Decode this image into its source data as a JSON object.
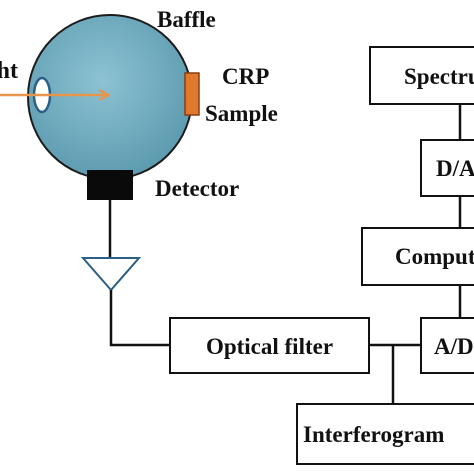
{
  "labels": {
    "light_input": "Light",
    "baffle": "Baffle",
    "crp": "CRP",
    "sample": "Sample",
    "detector": "Detector",
    "optical_filter": "Optical filter",
    "spectrum": "Spectrum",
    "da": "D/A",
    "computer": "Computer",
    "ad": "A/D",
    "interferogram": "Interferogram"
  },
  "colors": {
    "sphere_fill": "#6fa8bd",
    "sphere_stroke": "#1c1c1c",
    "port_fill": "#ffffff",
    "port_stroke": "#2a5f86",
    "arrow": "#e8954c",
    "sample_fill": "#e0792e",
    "sample_stroke": "#8a3e10",
    "detector": "#0a0a0a",
    "line": "#111111",
    "box_stroke": "#111111",
    "text": "#111111"
  }
}
